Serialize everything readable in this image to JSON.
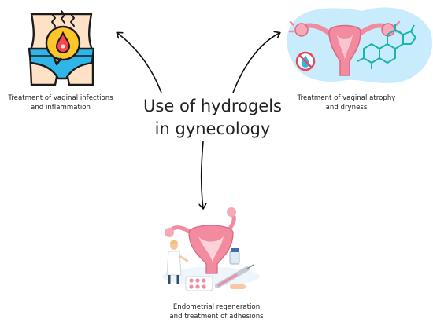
{
  "title": {
    "line1": "Use of hydrogels",
    "line2": "in gynecology"
  },
  "captions": {
    "left": {
      "line1": "Treatment of vaginal infections",
      "line2": "and inflammation"
    },
    "right": {
      "line1": "Treatment of vaginal atrophy",
      "line2": "and dryness"
    },
    "bottom": {
      "line1": "Endometrial regeneration",
      "line2": "and treatment of adhesions"
    }
  },
  "icons": {
    "left": "abdomen-infection-icon",
    "right": "uterus-hormone-icon",
    "bottom": "uterus-regeneration-illustration"
  },
  "colors": {
    "underwear": "#2fb5e8",
    "skin": "#ffe1c6",
    "outline": "#1b1b1b",
    "droplet_badge": "#ffc62b",
    "uterus_pink": "#f28aa0",
    "blob_blue": "#c8ecfb",
    "molecule_teal": "#19b5ad",
    "arrow": "#111111"
  }
}
